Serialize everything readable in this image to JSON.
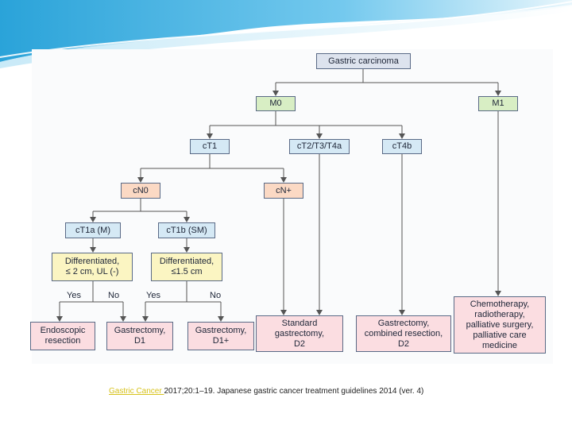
{
  "diagram": {
    "nodes": {
      "gastric_carcinoma": "Gastric carcinoma",
      "m0": "M0",
      "m1": "M1",
      "ct1": "cT1",
      "ct2_t3_t4a": "cT2/T3/T4a",
      "ct4b": "cT4b",
      "cn0": "cN0",
      "cn_plus": "cN+",
      "ct1a": "cT1a (M)",
      "ct1b": "cT1b (SM)",
      "diff_2cm": "Differentiated,\n≤ 2 cm, UL (-)",
      "diff_15cm": "Differentiated,\n≤1.5 cm",
      "endoscopic": "Endoscopic\nresection",
      "gastrectomy_d1": "Gastrectomy,\nD1",
      "gastrectomy_d1plus": "Gastrectomy,\nD1+",
      "standard_d2": "Standard\ngastrectomy,\nD2",
      "combined_d2": "Gastrectomy,\ncombined resection,\nD2",
      "chemo": "Chemotherapy,\nradiotherapy,\npalliative surgery,\npalliative care\nmedicine"
    },
    "edge_labels": {
      "yes_left": "Yes",
      "no_left": "No",
      "yes_right": "Yes",
      "no_right": "No"
    }
  },
  "footer": {
    "link_text": "Gastric Cancer ",
    "citation": "2017;20:1–19. Japanese gastric cancer treatment guidelines 2014 (ver. 4)"
  },
  "colors": {
    "box_border": "#5a6a86",
    "root_fill": "#dde3ee",
    "stage_fill": "#d5e9f5",
    "m_fill": "#d8eec4",
    "n_fill": "#fbd9c4",
    "criteria_fill": "#fbf5c2",
    "treatment_fill": "#fbdde1",
    "header_wave": "#4bb6e6",
    "link": "#d7c21c"
  }
}
